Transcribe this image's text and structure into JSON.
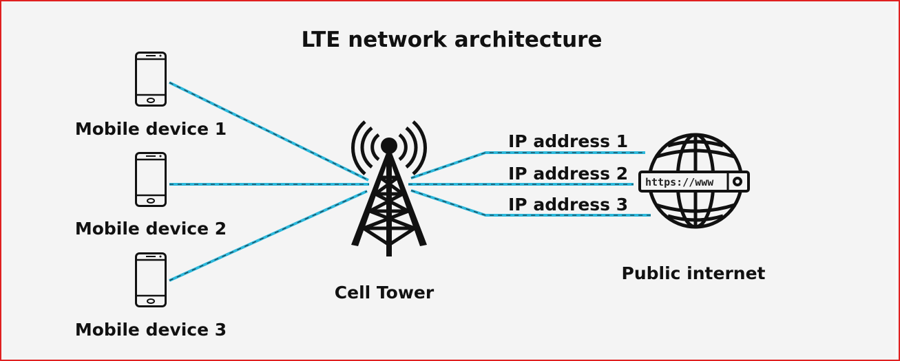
{
  "title": "LTE network architecture",
  "devices": [
    {
      "label": "Mobile device 1",
      "icon": "smartphone-icon"
    },
    {
      "label": "Mobile device 2",
      "icon": "smartphone-icon"
    },
    {
      "label": "Mobile device 3",
      "icon": "smartphone-icon"
    }
  ],
  "tower": {
    "label": "Cell Tower",
    "icon": "cell-tower-icon"
  },
  "ip_links": [
    {
      "label": "IP address 1"
    },
    {
      "label": "IP address 2"
    },
    {
      "label": "IP address 3"
    }
  ],
  "internet": {
    "label": "Public internet",
    "icon": "globe-icon",
    "url_text": "https://www"
  },
  "colors": {
    "link": "#2bb8db",
    "link_dash": "#1d3b4a",
    "border": "#e02020",
    "background": "#f4f4f4",
    "text": "#111111"
  }
}
